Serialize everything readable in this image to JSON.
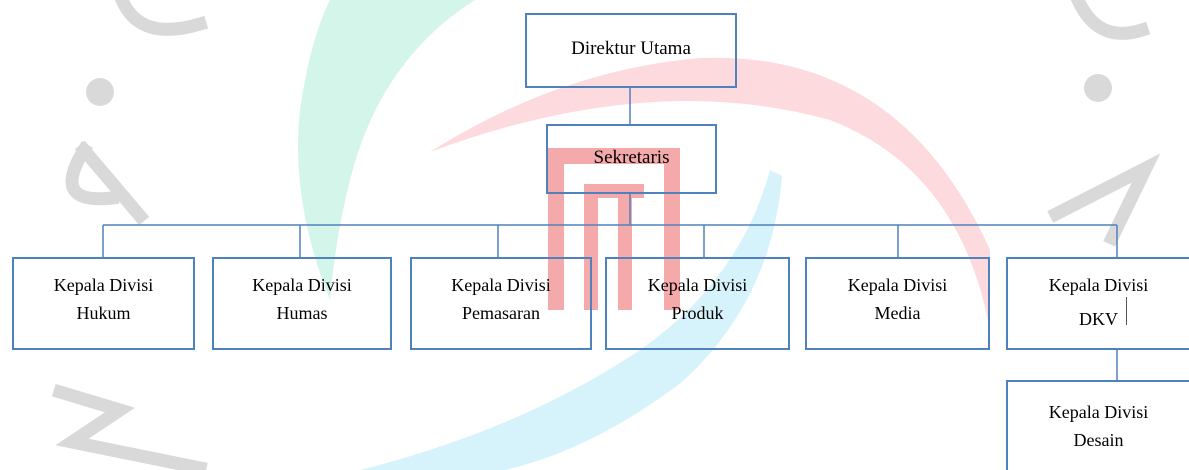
{
  "org_chart": {
    "director": {
      "label": "Direktur Utama"
    },
    "secretary": {
      "label": "Sekretaris"
    },
    "divisions": [
      {
        "line1": "Kepala Divisi",
        "line2": "Hukum"
      },
      {
        "line1": "Kepala Divisi",
        "line2": "Humas"
      },
      {
        "line1": "Kepala Divisi",
        "line2": "Pemasaran"
      },
      {
        "line1": "Kepala Divisi",
        "line2": "Produk"
      },
      {
        "line1": "Kepala Divisi",
        "line2": "Media"
      },
      {
        "line1": "Kepala Divisi",
        "line2": "DKV"
      }
    ],
    "dkv_subdivision": {
      "line1": "Kepala Divisi",
      "line2": "Desain"
    }
  },
  "colors": {
    "box_border": "#4F81BD",
    "connector": "#4F81BD",
    "text": "#000000",
    "watermark_gray": "#D9D9D9",
    "watermark_pink": "#FDDADD",
    "watermark_mint": "#D4F5EA",
    "watermark_cyan": "#D6F3FB",
    "watermark_logo_red": "#F4AAAA"
  }
}
